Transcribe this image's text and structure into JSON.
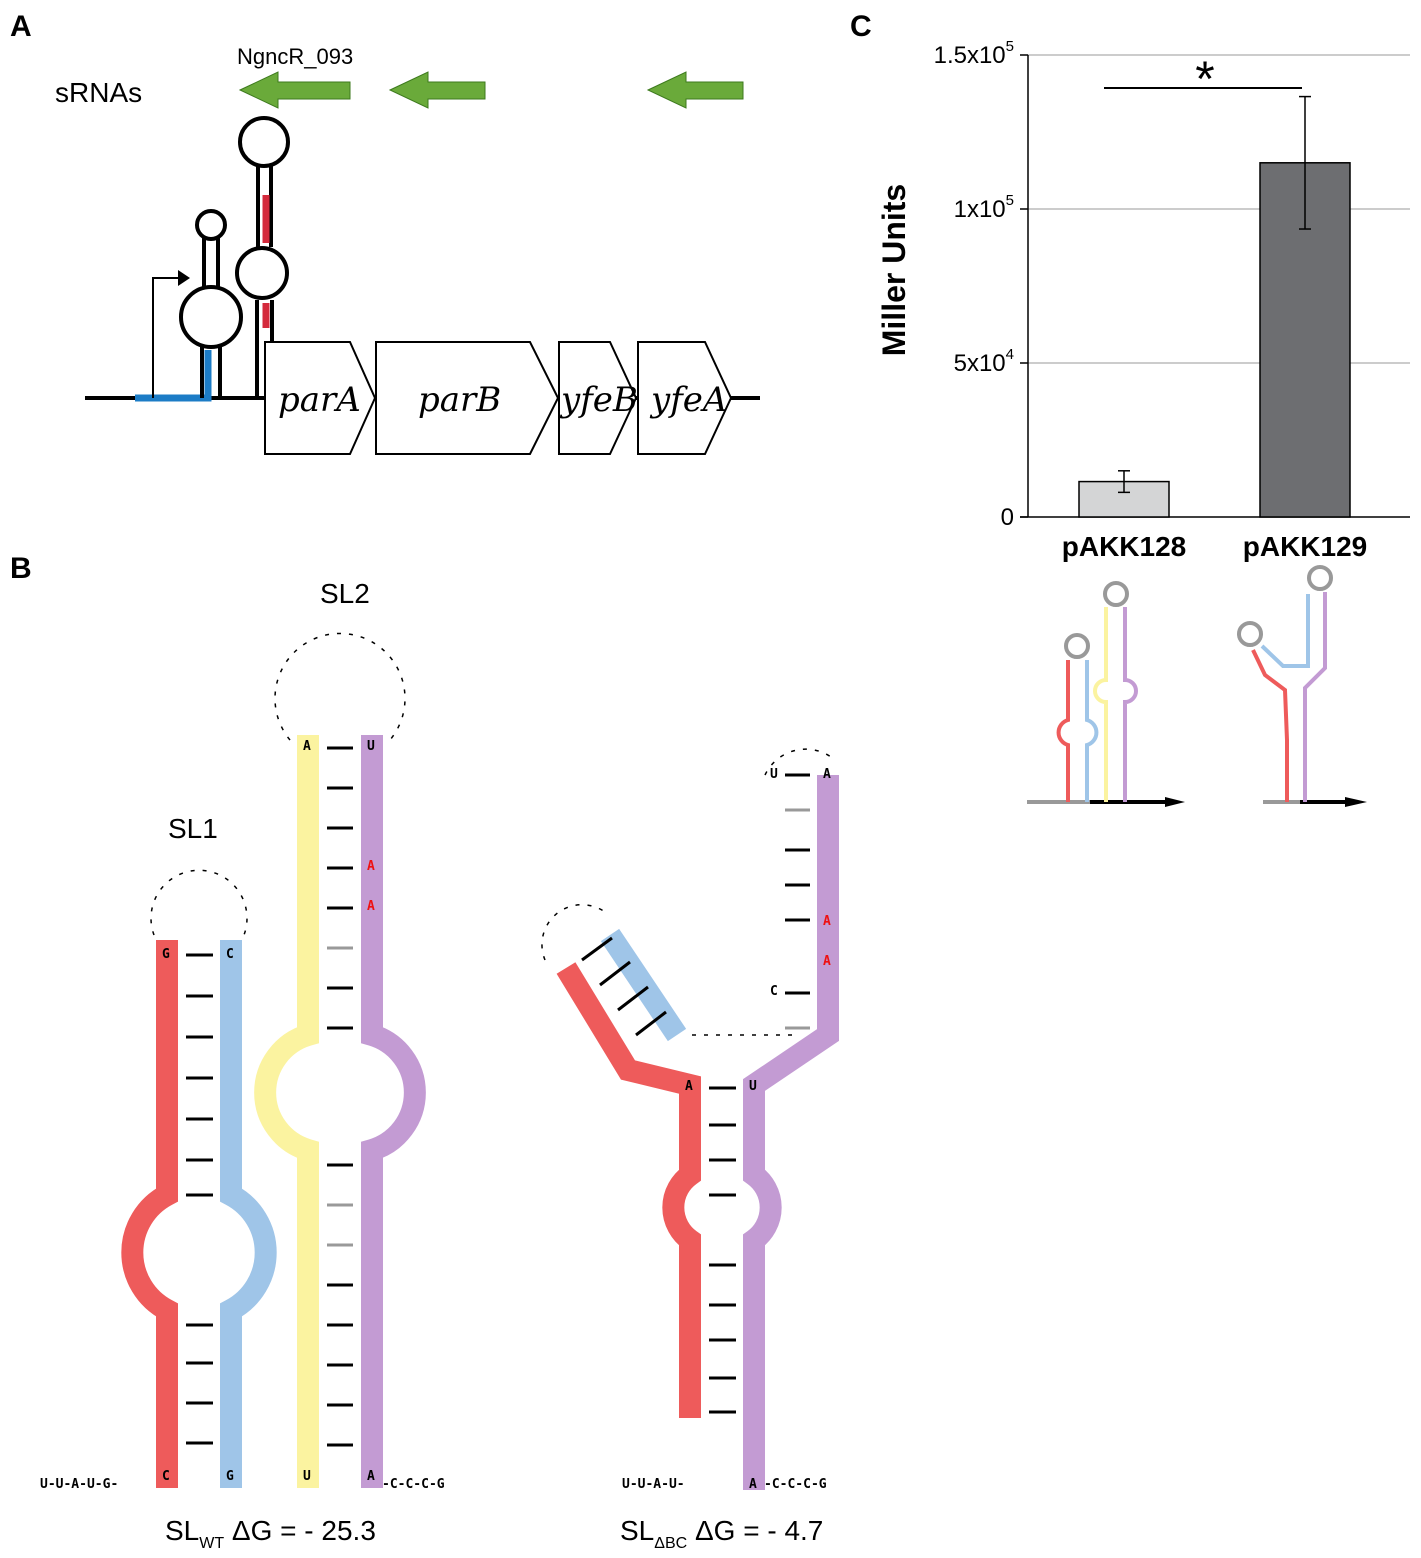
{
  "panels": {
    "a": "A",
    "b": "B",
    "c": "C"
  },
  "panel_a": {
    "srna_label": "sRNAs",
    "srna_name": "NgncR_093",
    "genes": [
      "parA",
      "parB",
      "yfeB",
      "yfeA"
    ],
    "colors": {
      "arrow": "#6aaa3a",
      "red_segment": "#d42a3c",
      "blue_segment": "#1c7cc6"
    }
  },
  "panel_b": {
    "sl1_label": "SL1",
    "sl2_label": "SL2",
    "wt": {
      "prefix": "SL",
      "sub": "WT",
      "dg_text": "ΔG = - 25.3",
      "upstream": "U-U-A-U-G-",
      "downstream": "-C-C-C-G"
    },
    "dbc": {
      "prefix": "SL",
      "sub": "ΔBC",
      "dg_text": "ΔG = - 4.7",
      "upstream": "U-U-A-U-",
      "downstream": "-C-C-C-G"
    },
    "colors": {
      "red": "#ee5b5b",
      "blue": "#9fc5e8",
      "yellow": "#fbf3a0",
      "purple": "#c39bd3"
    }
  },
  "chart_data": {
    "type": "bar",
    "categories": [
      "pAKK128",
      "pAKK129"
    ],
    "values": [
      11500,
      115000
    ],
    "errors": [
      3500,
      21500
    ],
    "ylabel": "Miller Units",
    "ylim": [
      0,
      150000
    ],
    "yticks": [
      {
        "value": 0,
        "label": "0",
        "sup": ""
      },
      {
        "value": 50000,
        "label": "5x10",
        "sup": "4"
      },
      {
        "value": 100000,
        "label": "1x10",
        "sup": "5"
      },
      {
        "value": 150000,
        "label": "1.5x10",
        "sup": "5"
      }
    ],
    "grid": true,
    "significance": "*",
    "bar_colors": [
      "#d4d5d6",
      "#6d6e71"
    ]
  }
}
